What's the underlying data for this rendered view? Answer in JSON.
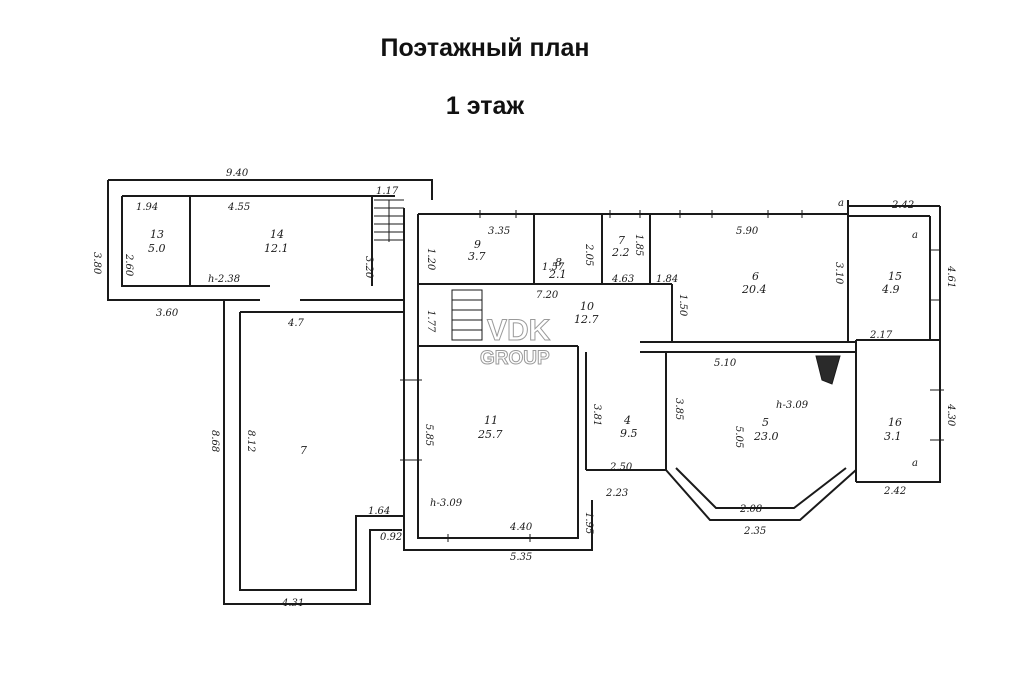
{
  "title": "Поэтажный план",
  "subtitle": "1 этаж",
  "watermark": {
    "line1": "VDK",
    "line2": "GROUP"
  },
  "rooms": {
    "r13": {
      "num": "13",
      "area": "5.0"
    },
    "r14": {
      "num": "14",
      "area": "12.1"
    },
    "r7": {
      "num": "7"
    },
    "r9": {
      "num": "9",
      "area": "3.7"
    },
    "r8": {
      "num": "8",
      "area": "2.1"
    },
    "r7a": {
      "num": "7",
      "area": "2.2"
    },
    "r6": {
      "num": "6",
      "area": "20.4"
    },
    "r15": {
      "num": "15",
      "area": "4.9"
    },
    "r10": {
      "num": "10",
      "area": "12.7"
    },
    "r11": {
      "num": "11",
      "area": "25.7"
    },
    "r4": {
      "num": "4",
      "area": "9.5"
    },
    "r5": {
      "num": "5",
      "area": "23.0"
    },
    "r16": {
      "num": "16",
      "area": "3.1"
    }
  },
  "dims": {
    "d940": "9.40",
    "d380": "3.80",
    "d194": "1.94",
    "d260": "2.60",
    "d455": "4.55",
    "d117": "1.17",
    "d320": "3.20",
    "d360": "3.60",
    "d47": "4.7",
    "d120": "1.20",
    "d335": "3.35",
    "d157": "1.57",
    "d185": "1.85",
    "d463": "4.63",
    "d184": "1.84",
    "d590": "5.90",
    "d310": "3.10",
    "d242a": "2.42",
    "d461": "4.61",
    "d720": "7.20",
    "d177": "1.77",
    "d150": "1.50",
    "d217": "2.17",
    "d510": "5.10",
    "d430": "4.30",
    "d868": "8.68",
    "d812": "8.12",
    "d585": "5.85",
    "d381": "3.81",
    "d385": "3.85",
    "d505": "5.05",
    "d250": "2.50",
    "d223": "2.23",
    "d208": "2.08",
    "d242b": "2.42",
    "d440": "4.40",
    "d164": "1.64",
    "d092": "0.92",
    "d195": "1.95",
    "d535": "5.35",
    "d235": "2.35",
    "d431": "4.31",
    "d2a": "2.05"
  },
  "heights": {
    "h238": "h-2.38",
    "h309": "h-3.09",
    "h309b": "h-3.09"
  },
  "marks": {
    "a1": "a",
    "a2": "a",
    "a3": "a"
  }
}
